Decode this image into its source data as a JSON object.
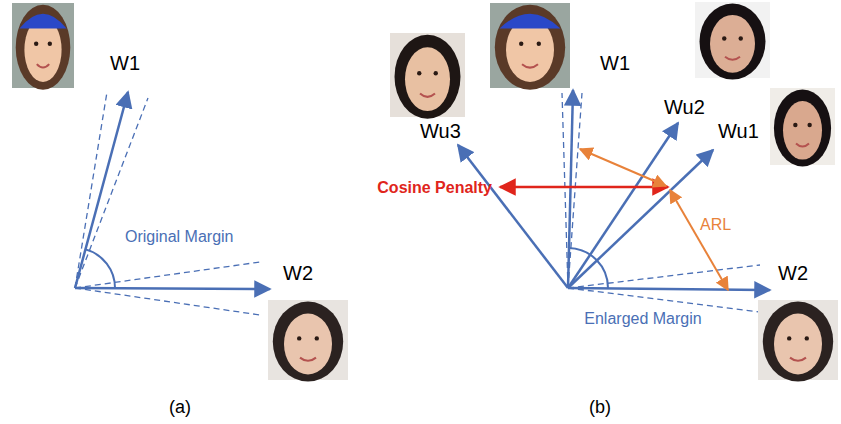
{
  "diagram": {
    "labels": [
      "W1",
      "Original Margin",
      "W2",
      "(a)",
      "W1",
      "Wu3",
      "Wu2",
      "Wu1",
      "Cosine Penalty",
      "ARL",
      "Enlarged Margin",
      "W2",
      "(b)"
    ]
  }
}
